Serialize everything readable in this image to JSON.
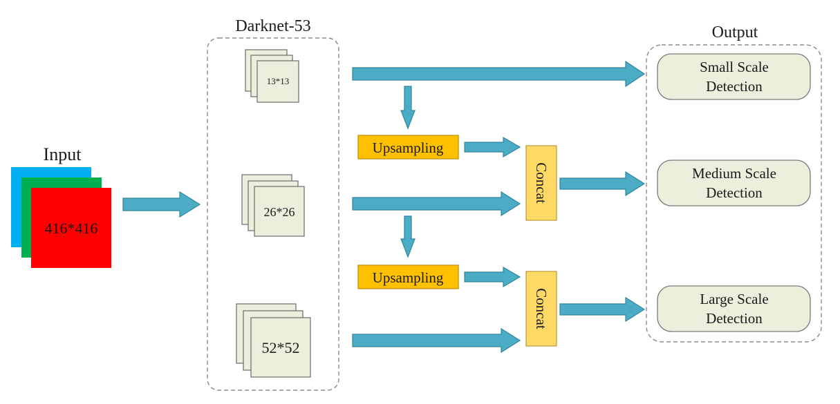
{
  "input": {
    "title": "Input",
    "size_label": "416*416",
    "layer_colors": [
      "#00b0f0",
      "#00b050",
      "#ff0000"
    ]
  },
  "backbone": {
    "title": "Darknet-53",
    "maps": [
      "13*13",
      "26*26",
      "52*52"
    ]
  },
  "neck": {
    "upsampling_label": "Upsampling",
    "concat_label": "Concat"
  },
  "output": {
    "title": "Output",
    "small": [
      "Small Scale",
      "Detection"
    ],
    "medium": [
      "Medium Scale",
      "Detection"
    ],
    "large": [
      "Large Scale",
      "Detection"
    ]
  },
  "colors": {
    "arrow": "#4bacc6",
    "upsampling": "#ffc000",
    "concat": "#ffd966",
    "feature_map": "#ebf0dc"
  },
  "icons": [
    "right-arrow-icon",
    "down-arrow-icon"
  ]
}
